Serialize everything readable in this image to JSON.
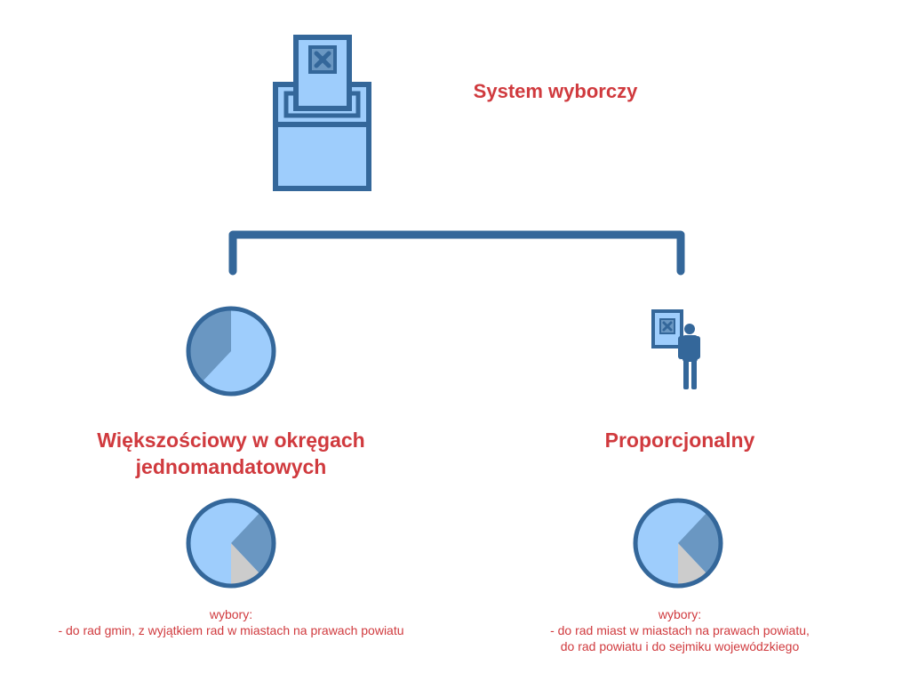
{
  "title": "System wyborczy",
  "icons": {
    "ballot_box": "ballot-box-icon",
    "pie_left_top": "pie-chart-icon",
    "voter": "voter-icon",
    "pie_left_bottom": "pie-chart-icon",
    "pie_right_bottom": "pie-chart-icon"
  },
  "colors": {
    "accent_red": "#d03a3e",
    "dark_blue": "#34679a",
    "light_blue": "#9ecdfc",
    "mid_blue": "#6a97c2",
    "grey": "#cccccc"
  },
  "branches": {
    "left": {
      "title_line1": "Większościowy w okręgach",
      "title_line2": "jednomandatowych",
      "desc_line1": "wybory:",
      "desc_line2": "- do rad gmin, z wyjątkiem rad w miastach na prawach powiatu"
    },
    "right": {
      "title": "Proporcjonalny",
      "desc_line1": "wybory:",
      "desc_line2": "- do rad miast w miastach na prawach powiatu,",
      "desc_line3": "do rad powiatu i do sejmiku wojewódzkiego"
    }
  }
}
